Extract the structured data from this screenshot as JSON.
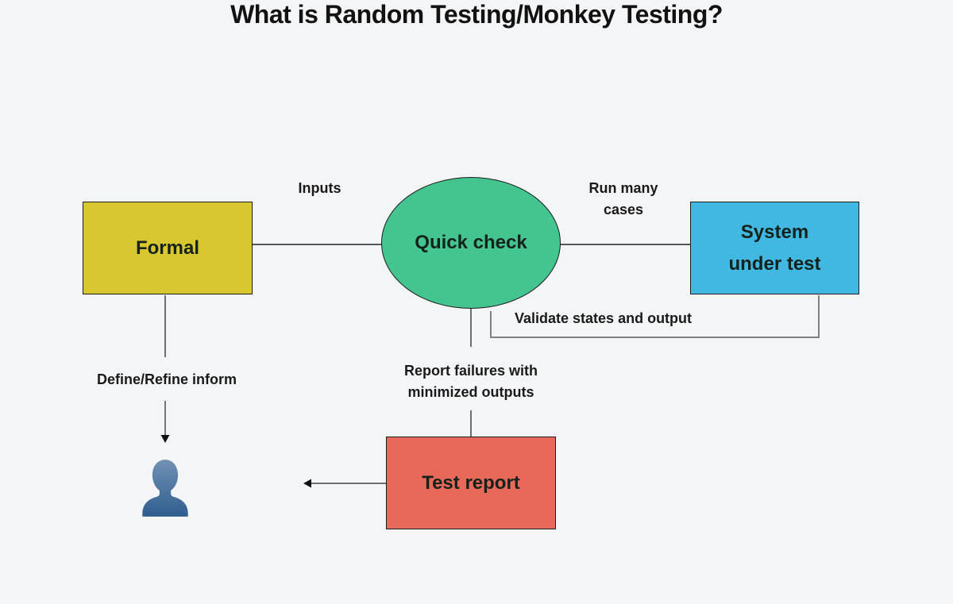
{
  "title": "What is Random Testing/Monkey Testing?",
  "diagram": {
    "nodes": {
      "formal": {
        "label": "Formal",
        "shape": "rectangle",
        "color": "#d9c730"
      },
      "quick_check": {
        "label": "Quick check",
        "shape": "ellipse",
        "color": "#44c48e"
      },
      "system_under_test": {
        "label": "System under test",
        "shape": "rectangle",
        "color": "#41b8e1"
      },
      "test_report": {
        "label": "Test report",
        "shape": "rectangle",
        "color": "#e8695a"
      }
    },
    "edge_labels": {
      "inputs": "Inputs",
      "run_many_cases": "Run many\ncases",
      "validate": "Validate states and output",
      "report_failures": "Report failures with minimized outputs",
      "define_refine": "Define/Refine inform"
    },
    "icons": {
      "user": "user-silhouette-icon"
    },
    "colors": {
      "background": "#f4f5f7",
      "connector_dark": "#222222",
      "connector_gray": "#7a7a7a",
      "arrowhead": "#111111",
      "user_icon_top": "#7291b5",
      "user_icon_bottom": "#2f5e8e"
    }
  }
}
